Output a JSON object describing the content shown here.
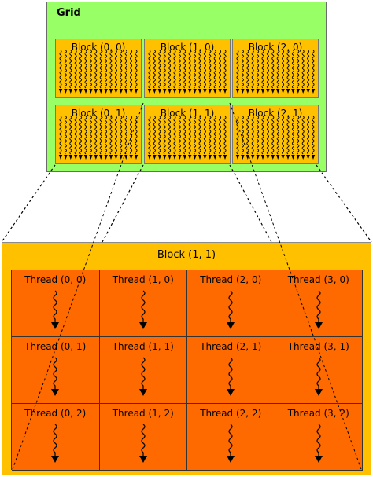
{
  "grid": {
    "title": "Grid",
    "blocks": [
      {
        "label": "Block (0, 0)"
      },
      {
        "label": "Block (1, 0)"
      },
      {
        "label": "Block (2, 0)"
      },
      {
        "label": "Block (0, 1)"
      },
      {
        "label": "Block (1, 1)"
      },
      {
        "label": "Block (2, 1)"
      }
    ]
  },
  "block_detail": {
    "title": "Block (1, 1)",
    "threads": [
      {
        "label": "Thread (0, 0)"
      },
      {
        "label": "Thread (1, 0)"
      },
      {
        "label": "Thread (2, 0)"
      },
      {
        "label": "Thread (3, 0)"
      },
      {
        "label": "Thread (0, 1)"
      },
      {
        "label": "Thread (1, 1)"
      },
      {
        "label": "Thread (2, 1)"
      },
      {
        "label": "Thread (3, 1)"
      },
      {
        "label": "Thread (0, 2)"
      },
      {
        "label": "Thread (1, 2)"
      },
      {
        "label": "Thread (2, 2)"
      },
      {
        "label": "Thread (3, 2)"
      }
    ]
  },
  "colors": {
    "grid_background": "#99ff66",
    "block_background": "#ffc000",
    "thread_background": "#ff6a00",
    "line": "#000000"
  },
  "icons": {
    "thread": "wavy-arrow-down-icon"
  }
}
